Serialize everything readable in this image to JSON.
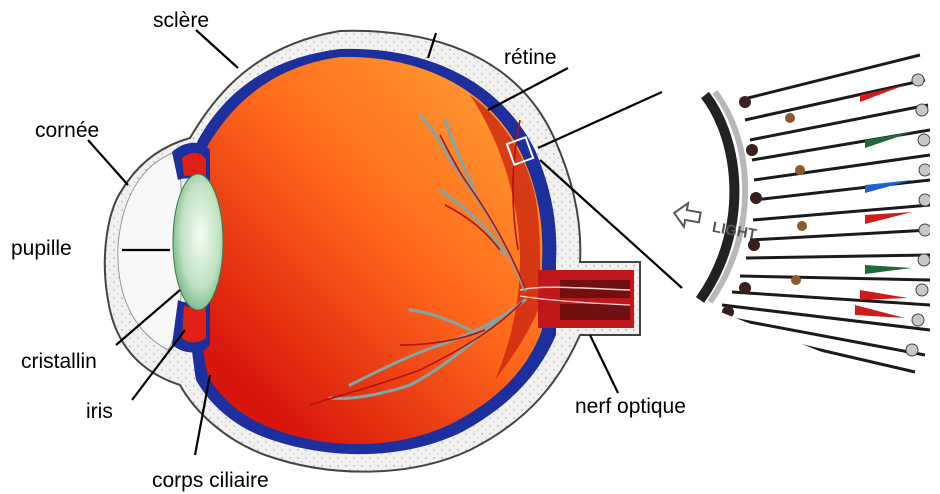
{
  "labels": {
    "sclere": "sclère",
    "retine": "rétine",
    "cornee": "cornée",
    "pupille": "pupille",
    "cristallin": "cristallin",
    "iris": "iris",
    "corps_ciliaire": "corps ciliaire",
    "nerf_optique": "nerf optique"
  },
  "inset": {
    "light_label": "LIGHT"
  },
  "colors": {
    "sclera_fill": "#f3f1ef",
    "choroid": "#1c2f9c",
    "vitreous_light": "#ff8a2a",
    "vitreous_dark": "#e01b0e",
    "lens_center": "#f2fbf1",
    "lens_edge": "#5faa72",
    "vessel": "#7fa7a8"
  }
}
